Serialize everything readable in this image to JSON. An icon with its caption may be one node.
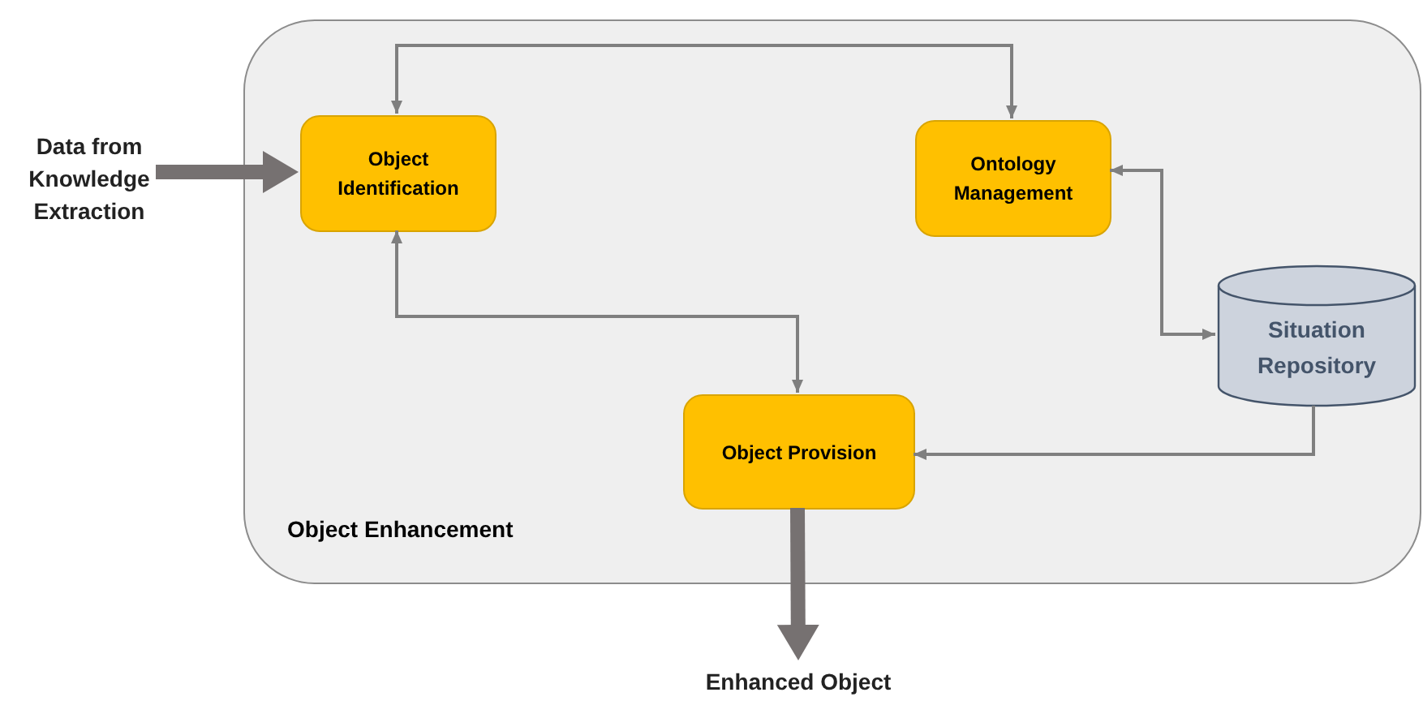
{
  "diagram": {
    "nodes": [
      {
        "text": [
          "Object Enhancement"
        ]
      },
      {
        "text": [
          "Data from Knowledge Extraction"
        ]
      },
      {
        "text": [
          "Object Identification"
        ],
        "in": 0
      },
      {
        "text": [
          "Ontology Management"
        ],
        "in": 0
      },
      {
        "text": [
          "Situation Repository"
        ],
        "in": 0
      },
      {
        "text": [
          "Object Provision"
        ],
        "in": 0
      },
      {
        "text": [
          "Enhanced Object"
        ]
      }
    ],
    "edges": [
      {
        "from": 1,
        "to": 2,
        "arrow": "to",
        "style": "thick"
      },
      {
        "from": 2,
        "to": 3,
        "arrow": "both"
      },
      {
        "from": 2,
        "to": 5,
        "arrow": "both"
      },
      {
        "from": 3,
        "to": 4,
        "arrow": "both"
      },
      {
        "from": 4,
        "to": 5,
        "arrow": "to"
      },
      {
        "from": 5,
        "to": 6,
        "arrow": "to",
        "style": "thick"
      }
    ]
  }
}
